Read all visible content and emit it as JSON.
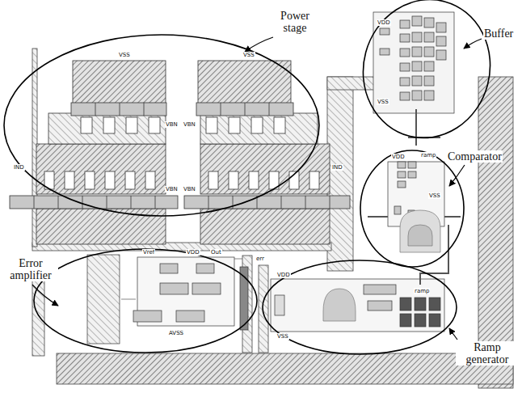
{
  "diagram": {
    "labels": [
      "Power stage",
      "Buffer",
      "Comparator",
      "Error amplifier",
      "Ramp generator",
      "VSS",
      "VSS",
      "IND",
      "IND",
      "VBN",
      "VBN",
      "VBN",
      "VBN",
      "VDD",
      "VSS",
      "VDD",
      "ramp",
      "VSS",
      "Vref",
      "VDD",
      "Out",
      "err",
      "AVSS",
      "VDD",
      "ramp",
      "VSS"
    ]
  }
}
